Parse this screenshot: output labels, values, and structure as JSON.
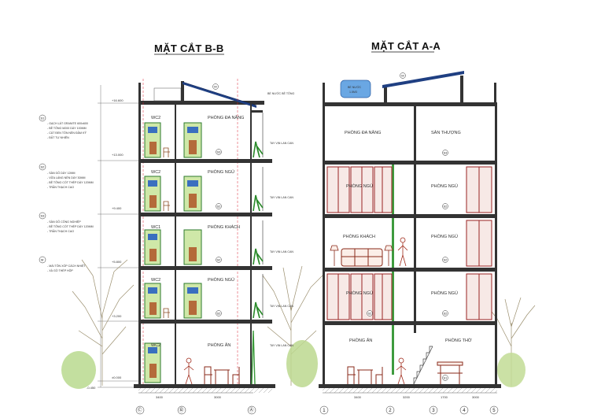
{
  "titles": {
    "section_b": "MẶT CẮT B-B",
    "section_a": "MẶT CẮT A-A"
  },
  "rooms_b": {
    "multi": "PHÒNG ĐA NĂNG",
    "bed1": "PHÒNG NGỦ",
    "guest": "PHÒNG KHÁCH",
    "bed2": "PHÒNG NGỦ",
    "dining": "PHÒNG ĂN"
  },
  "wc_labels": [
    "WC2",
    "WC2",
    "WC1",
    "WC2",
    "WC2"
  ],
  "rooms_a": {
    "multi": "PHÒNG ĐA NĂNG",
    "terrace": "SÂN THƯỢNG",
    "bed_l3": "PHÒNG NGỦ",
    "bed_r3": "PHÒNG NGỦ",
    "guest": "PHÒNG KHÁCH",
    "bed_r2": "PHÒNG NGỦ",
    "bed_l1": "PHÒNG NGỦ",
    "bed_r1": "PHÒNG NGỦ",
    "dining": "PHÒNG ĂN",
    "worship": "PHÒNG THỜ"
  },
  "floor_tags": [
    "S3",
    "S2",
    "S2",
    "S2",
    "S2",
    "S1"
  ],
  "roof_tag": "M",
  "water_tank": [
    "BỂ NƯỚC",
    "1.5M3"
  ],
  "roof_note": "BỂ NƯỚC BÊ TÔNG",
  "railing_notes": [
    "TAY VỊN LAN CAN",
    "TAY VỊN LAN CAN",
    "TAY VỊN LAN CAN",
    "TAY VỊN LAN CAN",
    "TAY VỊN LAN CAN"
  ],
  "levels": [
    "+16.600",
    "+13.000",
    "+9.400",
    "+5.800",
    "+3.200",
    "±0.000",
    "-0.450"
  ],
  "legend": [
    {
      "tag": "S1",
      "lines": [
        "- GẠCH LÁT GRANITE 600x600",
        "- BÊ TÔNG M200 DÀY 100MM",
        "- CÁT ĐEN TÔN NỀN ĐẦM KỸ",
        "- ĐẤT TỰ NHIÊN"
      ]
    },
    {
      "tag": "S2",
      "lines": [
        "- SÀN GỖ DÀY 12MM",
        "- VỮA LÁNG NỀN DÀY 30MM",
        "- BÊ TÔNG CỐT THÉP DÀY 120MM",
        "- TRẦN THẠCH CAO"
      ]
    },
    {
      "tag": "S3",
      "lines": [
        "- SÀN GỖ CÔNG NGHIỆP",
        "- BÊ TÔNG CỐT THÉP DÀY 120MM",
        "- TRẦN THẠCH CAO"
      ]
    },
    {
      "tag": "M",
      "lines": [
        "- MÁI TÔN XỐP CÁCH NHIỆT",
        "- XÀ GỒ THÉP HỘP"
      ]
    }
  ],
  "axes_b": [
    "Ⓒ",
    "Ⓑ",
    "Ⓐ"
  ],
  "axes_a": [
    "1",
    "2",
    "3",
    "4",
    "5"
  ],
  "dims_b": [
    "3400",
    "3000"
  ],
  "dims_a": [
    "3400",
    "3200",
    "1700",
    "3000"
  ]
}
